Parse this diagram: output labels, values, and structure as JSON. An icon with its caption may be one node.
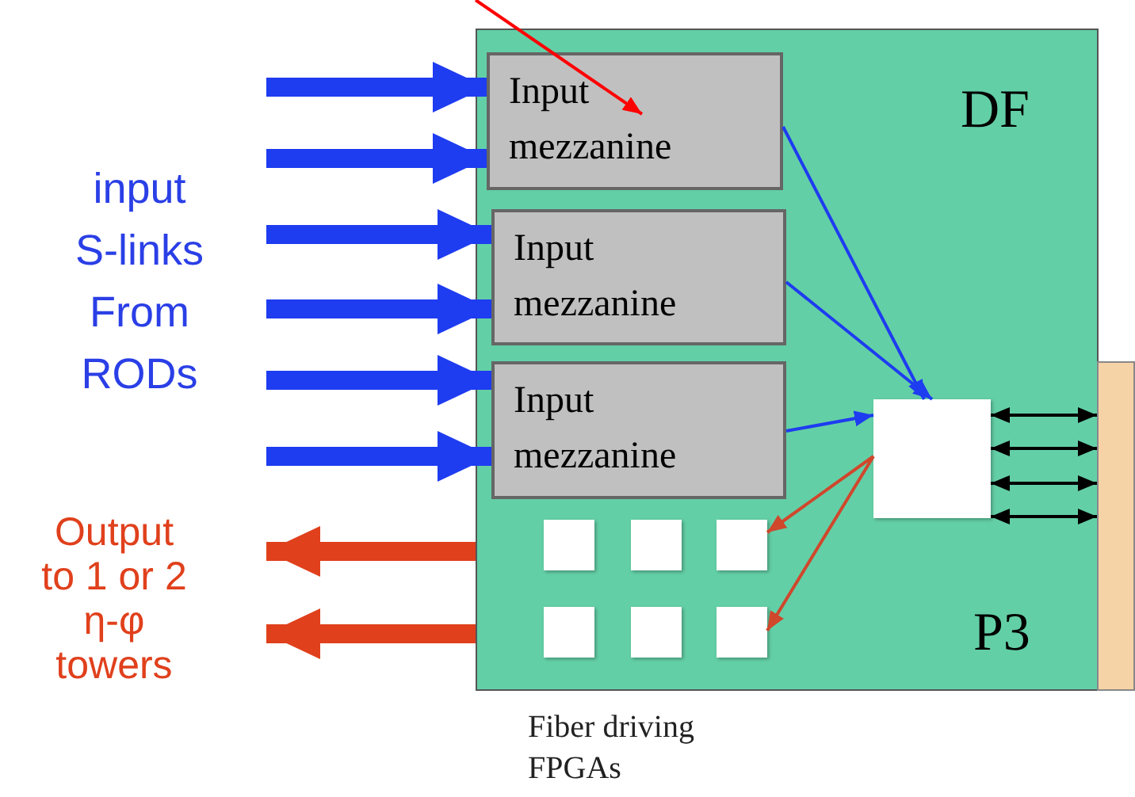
{
  "diagram": {
    "nodes": [
      {
        "text": [
          "DF",
          "P3"
        ]
      },
      {
        "text": [
          "Input mezzanine"
        ],
        "in": 0
      },
      {
        "text": [
          "Input mezzanine"
        ],
        "in": 0
      },
      {
        "text": [
          "Input mezzanine"
        ],
        "in": 0
      },
      {
        "text": [],
        "shape": "box",
        "in": 0
      },
      {
        "text": [],
        "shape": "box",
        "in": 0
      },
      {
        "text": [],
        "shape": "box",
        "in": 0
      },
      {
        "text": [],
        "shape": "box",
        "in": 0
      },
      {
        "text": [],
        "shape": "box",
        "in": 0
      },
      {
        "text": [],
        "shape": "box",
        "in": 0
      },
      {
        "text": [],
        "shape": "box",
        "in": 0
      },
      {
        "text": [],
        "shape": "bar"
      }
    ],
    "edges": [
      {
        "from": null,
        "to": 1,
        "arrow": "to",
        "style": "thick"
      },
      {
        "from": null,
        "to": 1,
        "arrow": "to",
        "style": "thick"
      },
      {
        "from": null,
        "to": 2,
        "arrow": "to",
        "style": "thick"
      },
      {
        "from": null,
        "to": 2,
        "arrow": "to",
        "style": "thick"
      },
      {
        "from": null,
        "to": 3,
        "arrow": "to",
        "style": "thick"
      },
      {
        "from": null,
        "to": 3,
        "arrow": "to",
        "style": "thick"
      },
      {
        "from": 1,
        "to": 4,
        "arrow": "to"
      },
      {
        "from": 2,
        "to": 4,
        "arrow": "to"
      },
      {
        "from": 3,
        "to": 4,
        "arrow": "to"
      },
      {
        "from": 4,
        "to": 7,
        "arrow": "to",
        "color": "#d0472c"
      },
      {
        "from": 4,
        "to": 10,
        "arrow": "to",
        "color": "#d0472c"
      },
      {
        "from": 4,
        "to": 11,
        "arrow": "both",
        "color": "#000000"
      },
      {
        "from": 4,
        "to": 11,
        "arrow": "both",
        "color": "#000000"
      },
      {
        "from": 4,
        "to": 11,
        "arrow": "both",
        "color": "#000000"
      },
      {
        "from": 4,
        "to": 11,
        "arrow": "both",
        "color": "#000000"
      },
      {
        "from": 0,
        "to": null,
        "arrow": "to",
        "style": "thick",
        "color": "#e0401c"
      },
      {
        "from": 0,
        "to": null,
        "arrow": "to",
        "style": "thick",
        "color": "#e0401c"
      },
      {
        "from": null,
        "to": 1,
        "arrow": "to",
        "color": "#ff0000"
      }
    ],
    "labels": [
      "input S-links From RODs",
      "Output to 1 or 2 η-φ towers",
      "Fiber driving FPGAs"
    ]
  }
}
